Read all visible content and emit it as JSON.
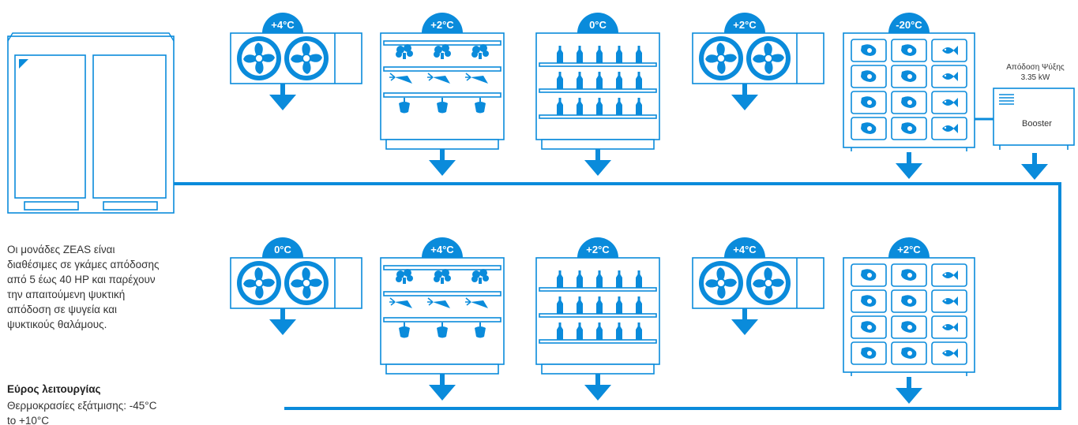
{
  "colors": {
    "primary": "#0a8bdb",
    "text": "#333333",
    "background": "#ffffff"
  },
  "description": "Οι μονάδες ZEAS είναι διαθέσιμες σε γκάμες απόδοσης από 5 έως 40 HP και παρέχουν την απαιτούμενη ψυκτική απόδοση σε ψυγεία και ψυκτικούς θαλάμους.",
  "operating_range": {
    "title": "Εύρος λειτουργίας",
    "text": "Θερμοκρασίες εξάτμισης: -45°C to +10°C"
  },
  "booster": {
    "capacity_label": "Απόδοση Ψύξης",
    "capacity_value": "3.35 kW",
    "name": "Booster"
  },
  "top_row": [
    {
      "type": "unit-cooler",
      "temp": "+4°C"
    },
    {
      "type": "vegetable-showcase",
      "temp": "+2°C"
    },
    {
      "type": "bottle-showcase",
      "temp": "0°C"
    },
    {
      "type": "unit-cooler",
      "temp": "+2°C"
    },
    {
      "type": "freezer-showcase",
      "temp": "-20°C"
    }
  ],
  "bottom_row": [
    {
      "type": "unit-cooler",
      "temp": "0°C"
    },
    {
      "type": "vegetable-showcase",
      "temp": "+4°C"
    },
    {
      "type": "bottle-showcase",
      "temp": "+2°C"
    },
    {
      "type": "unit-cooler",
      "temp": "+4°C"
    },
    {
      "type": "freezer-showcase",
      "temp": "+2°C"
    }
  ]
}
